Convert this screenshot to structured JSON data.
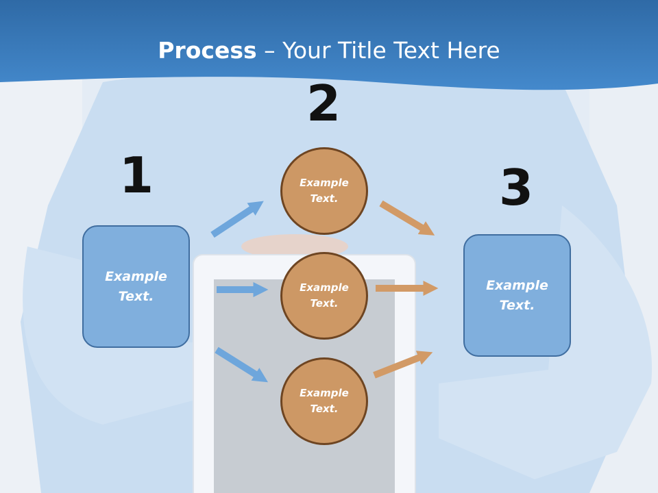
{
  "header": {
    "title_bold": "Process",
    "title_rest": " – Your Title Text Here"
  },
  "steps": [
    {
      "number": "1",
      "text": "Example Text."
    },
    {
      "number": "2",
      "circles": [
        "Example Text.",
        "Example Text.",
        "Example Text."
      ]
    },
    {
      "number": "3",
      "text": "Example Text."
    }
  ],
  "colors": {
    "header_blue": "#3a7cc0",
    "box_fill": "#80afdd",
    "box_border": "#3f6d9f",
    "circle_fill": "#cd9865",
    "circle_border": "#6e4522",
    "arrow_blue": "#6ea6dc",
    "arrow_orange": "#d29a66"
  }
}
